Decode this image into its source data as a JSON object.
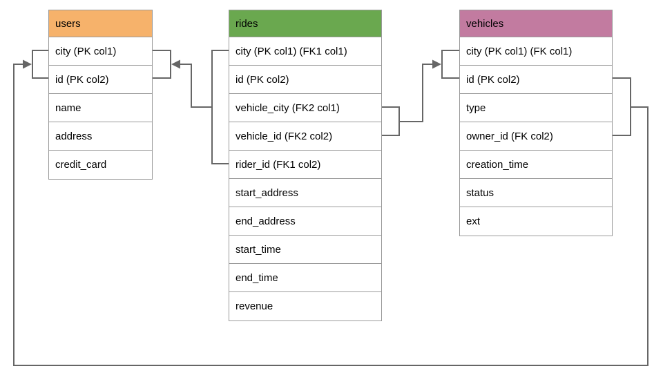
{
  "diagram": {
    "tables": [
      {
        "name": "users",
        "header_color": "#f6b26b",
        "columns": [
          "city (PK col1)",
          "id (PK col2)",
          "name",
          "address",
          "credit_card"
        ]
      },
      {
        "name": "rides",
        "header_color": "#6aa84f",
        "columns": [
          "city (PK col1) (FK1 col1)",
          "id (PK col2)",
          "vehicle_city (FK2 col1)",
          "vehicle_id (FK2 col2)",
          "rider_id (FK1 col2)",
          "start_address",
          "end_address",
          "start_time",
          "end_time",
          "revenue"
        ]
      },
      {
        "name": "vehicles",
        "header_color": "#c27ba0",
        "columns": [
          "city (PK col1) (FK col1)",
          "id (PK col2)",
          "type",
          "owner_id (FK col2)",
          "creation_time",
          "status",
          "ext"
        ]
      }
    ],
    "relationships": [
      {
        "from": "rides",
        "to": "users"
      },
      {
        "from": "rides",
        "to": "vehicles"
      },
      {
        "from": "vehicles",
        "to": "users"
      }
    ],
    "colors": {
      "line": "#666666",
      "table_border": "#999999",
      "text": "#000000",
      "background": "#ffffff"
    }
  }
}
